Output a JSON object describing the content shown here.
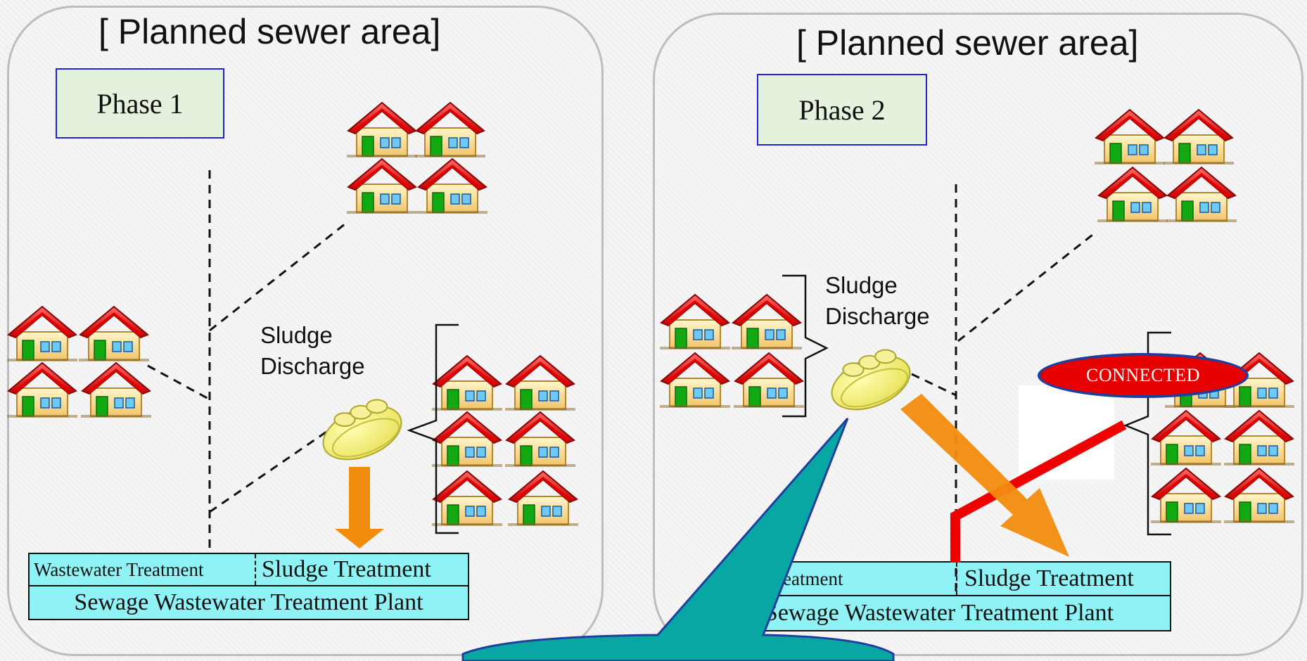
{
  "panels": [
    {
      "title": "[ Planned sewer area]",
      "phase_label": "Phase 1",
      "sludge_label_line1": "Sludge",
      "sludge_label_line2": "Discharge",
      "plant": {
        "left_cell": "Wastewater Treatment",
        "right_cell": "Sludge Treatment",
        "bottom": "Sewage Wastewater Treatment Plant"
      }
    },
    {
      "title": "[ Planned sewer area]",
      "phase_label": "Phase 2",
      "sludge_label_line1": "Sludge",
      "sludge_label_line2": "Discharge",
      "status_badge": "CONNECTED",
      "plant": {
        "left_cell": "Wastewater Treatment",
        "right_cell": "Sludge Treatment",
        "bottom": "Sewage Wastewater Treatment Plant"
      }
    }
  ],
  "colors": {
    "sludge_arrow": "#f28c0f",
    "connection_pipe": "#ee0000",
    "callout": "#08a7a4",
    "plant_fill": "#8ff3f6",
    "phase_box_fill": "#e4f1dc",
    "badge_fill": "#e60000"
  },
  "icons": [
    "house-cluster-icon",
    "septic-tank-icon",
    "sewer-line",
    "sludge-flow-arrow",
    "callout-bubble"
  ]
}
